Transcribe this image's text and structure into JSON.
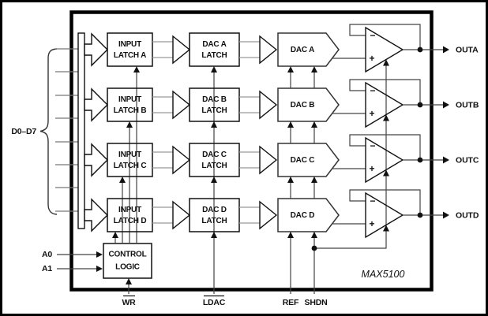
{
  "diagram": {
    "part_label": "MAX5100",
    "data_bus_label": "D0–D7",
    "address_inputs": [
      {
        "label": "A0"
      },
      {
        "label": "A1"
      }
    ],
    "control_logic": {
      "line1": "CONTROL",
      "line2": "LOGIC"
    },
    "bottom_signals": {
      "wr": "WR",
      "ldac": "LDAC",
      "ref": "REF",
      "shdn": "SHDN"
    },
    "opamp": {
      "minus": "−",
      "plus": "+"
    },
    "rows": [
      {
        "input_latch_line1": "INPUT",
        "input_latch_line2": "LATCH A",
        "dac_latch_line1": "DAC A",
        "dac_latch_line2": "LATCH",
        "dac_label": "DAC A",
        "output_label": "OUTA"
      },
      {
        "input_latch_line1": "INPUT",
        "input_latch_line2": "LATCH B",
        "dac_latch_line1": "DAC B",
        "dac_latch_line2": "LATCH",
        "dac_label": "DAC B",
        "output_label": "OUTB"
      },
      {
        "input_latch_line1": "INPUT",
        "input_latch_line2": "LATCH C",
        "dac_latch_line1": "DAC C",
        "dac_latch_line2": "LATCH",
        "dac_label": "DAC C",
        "output_label": "OUTC"
      },
      {
        "input_latch_line1": "INPUT",
        "input_latch_line2": "LATCH D",
        "dac_latch_line1": "DAC D",
        "dac_latch_line2": "LATCH",
        "dac_label": "DAC D",
        "output_label": "OUTD"
      }
    ]
  },
  "colors": {
    "background": "#ffffff",
    "ink": "#000000",
    "wire": "#444444",
    "bus_gray": "#999999"
  }
}
